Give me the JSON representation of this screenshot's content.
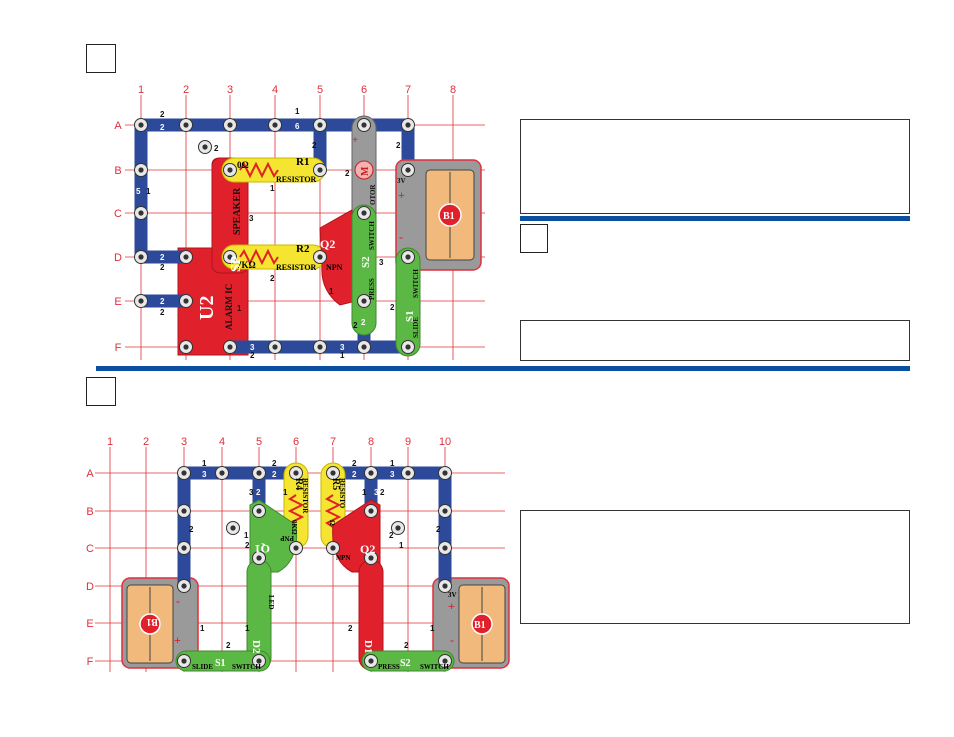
{
  "top_grid": {
    "columns": [
      "1",
      "2",
      "3",
      "4",
      "5",
      "6",
      "7",
      "8"
    ],
    "rows": [
      "A",
      "B",
      "C",
      "D",
      "E",
      "F"
    ]
  },
  "bottom_grid": {
    "columns": [
      "1",
      "2",
      "3",
      "4",
      "5",
      "6",
      "7",
      "8",
      "9",
      "10"
    ],
    "rows": [
      "A",
      "B",
      "C",
      "D",
      "E",
      "F"
    ]
  },
  "top_parts": {
    "r1_name": "R1",
    "r1_value": "0Ω",
    "r1_type": "RESISTOR",
    "r2_name": "R2",
    "r2_value": "7KΩ",
    "r2_type": "RESISTOR",
    "sp_name": "SP",
    "sp_type": "SPEAKER",
    "u2_name": "U2",
    "u2_type": "ALARM IC",
    "q2_name": "Q2",
    "q2_type": "NPN",
    "m_name": "M",
    "m_type": "OTOR",
    "s2_name": "S2",
    "s2_type": "PRESS",
    "s2_type2": "SWITCH",
    "s1_name": "S1",
    "s1_type": "SLIDE",
    "s1_type2": "SWITCH",
    "b1_name": "B1",
    "b1_voltage": "3V",
    "plus": "+",
    "minus": "-"
  },
  "bottom_parts": {
    "b1_left": "B1",
    "b1_right": "B1",
    "b1_voltage": "3V",
    "q1_name": "Q1",
    "q1_type": "PNP",
    "q2_name": "Q2",
    "q2_type": "NPN",
    "r4_name": "R4",
    "r4_value": "0KΩ",
    "r4_type": "RESISTOR",
    "r5_name": "R5",
    "r5_value": "Ω",
    "r5_type": "RESISTO",
    "d2_name": "D2",
    "d2_type": "LED",
    "d1_name": "D1",
    "d1_type": "LED",
    "s1_name": "S1",
    "s1_type": "SLIDE",
    "s1_type2": "SWITCH",
    "s2_name": "S2",
    "s2_type": "PRESS",
    "s2_type2": "SWITCH",
    "plus": "+",
    "minus": "-"
  },
  "wire_numbers": {
    "one": "1",
    "two": "2",
    "three": "3",
    "five": "5",
    "six": "6"
  },
  "colors": {
    "grid": "#e0303a",
    "wire": "#2d4a9a",
    "yellow": "#f5e531",
    "red": "#e0202a",
    "green": "#5cb845",
    "gray": "#9a9a9a",
    "battery": "#f1b97c",
    "divider": "#0a4fa0"
  }
}
